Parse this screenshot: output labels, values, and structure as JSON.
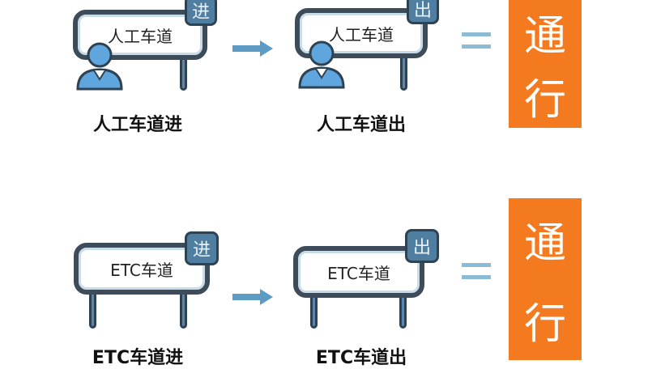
{
  "rows": [
    {
      "entry": {
        "sign_text": "人工车道",
        "badge": "进",
        "caption": "人工车道进"
      },
      "exit": {
        "sign_text": "人工车道",
        "badge": "出",
        "caption": "人工车道出"
      },
      "result": [
        "通",
        "行"
      ]
    },
    {
      "entry": {
        "sign_text": "ETC车道",
        "badge": "进",
        "caption": "ETC车道进"
      },
      "exit": {
        "sign_text": "ETC车道",
        "badge": "出",
        "caption": "ETC车道出"
      },
      "result": [
        "通",
        "行"
      ]
    }
  ],
  "colors": {
    "accent": "#f47a20",
    "badge": "#4f7ea0",
    "arrow": "#5b9bc4",
    "frame": "#3e4c5a"
  }
}
